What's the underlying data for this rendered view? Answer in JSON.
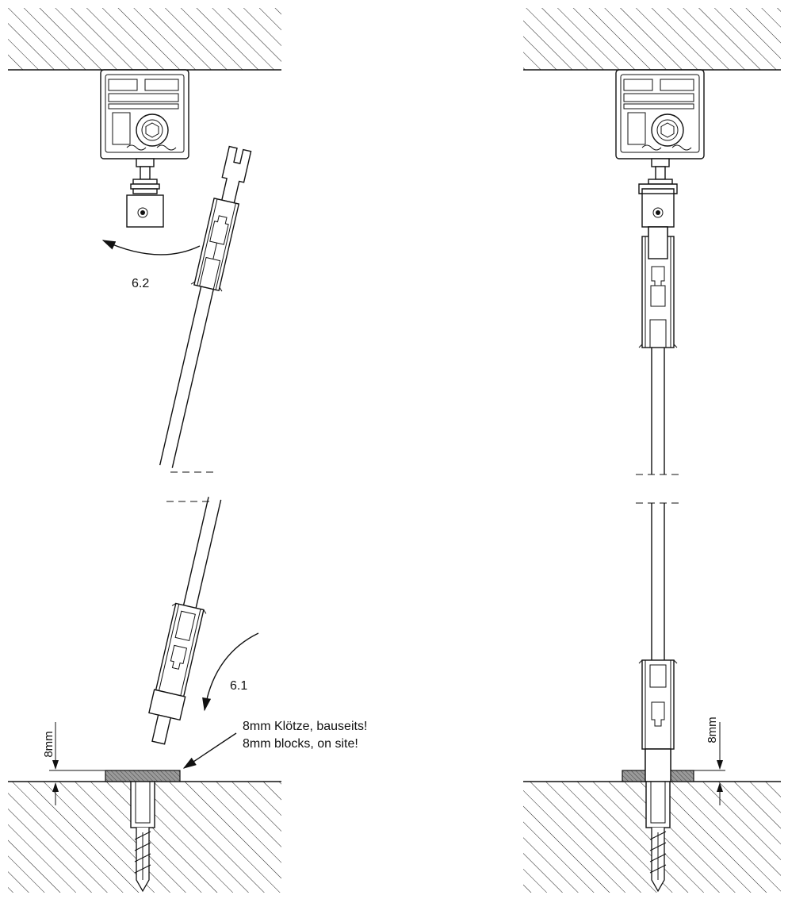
{
  "step_labels": {
    "swing_top": "6.2",
    "swing_bottom": "6.1"
  },
  "note": {
    "line_de": "8mm Klötze, bauseits!",
    "line_en": "8mm blocks, on site!"
  },
  "dimensions": {
    "left_gap": "8mm",
    "right_gap": "8mm"
  },
  "colors": {
    "line": "#111111",
    "block_fill": "#8a8a8a",
    "background": "#ffffff"
  }
}
